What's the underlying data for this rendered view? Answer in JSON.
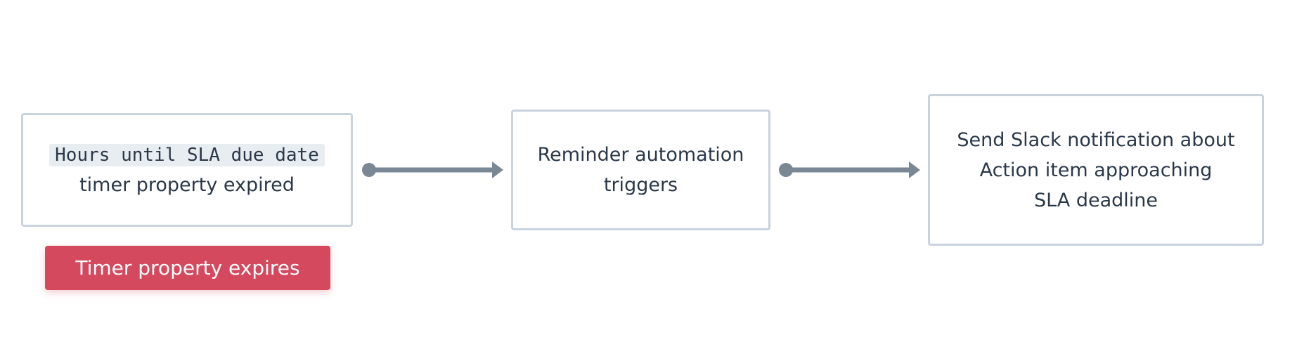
{
  "colors": {
    "box_border": "#c9d3de",
    "connector": "#7a8896",
    "text": "#2b3848",
    "code_background": "#e8edf2",
    "event_badge_background": "#d5495e",
    "event_badge_text": "#ffffff"
  },
  "trigger": {
    "code": "Hours until SLA due date",
    "text": "timer property expired"
  },
  "event_badge": {
    "label": "Timer property expires"
  },
  "automation": {
    "lines": [
      "Reminder automation",
      "triggers"
    ]
  },
  "action": {
    "lines": [
      "Send Slack notification about",
      "Action item approaching",
      "SLA deadline"
    ]
  }
}
